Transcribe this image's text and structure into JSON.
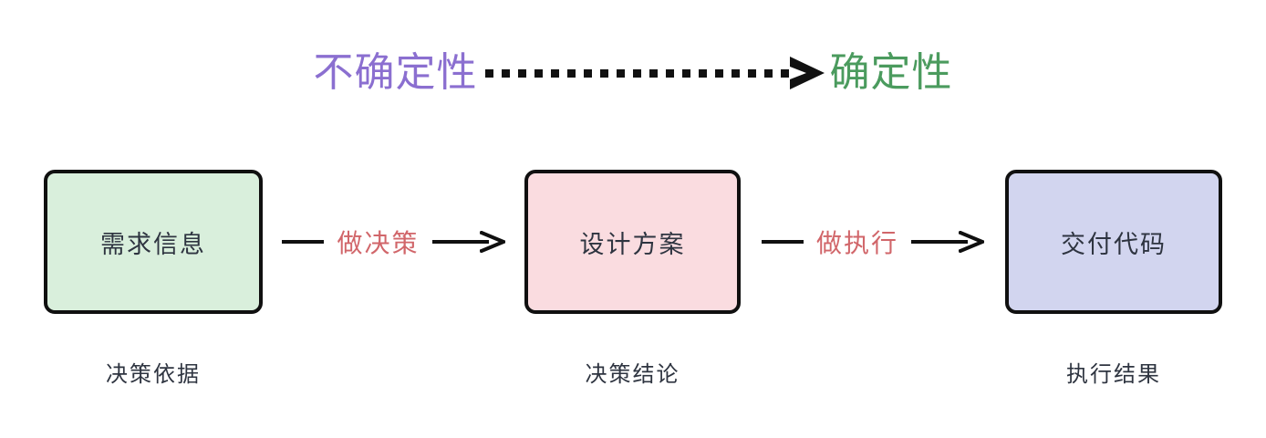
{
  "diagram": {
    "title_banner": {
      "from_label": "不确定性",
      "to_label": "确定性",
      "from_color": "#8b6fd0",
      "to_color": "#4b9b5e",
      "arrow_style": "dotted-right-arrow",
      "arrow_color": "#111111"
    },
    "nodes": [
      {
        "id": "node-1",
        "label": "需求信息",
        "caption": "决策依据",
        "fill": "#d9efdc",
        "border_color": "#101010",
        "text_color": "#2e3440"
      },
      {
        "id": "node-2",
        "label": "设计方案",
        "caption": "决策结论",
        "fill": "#fadce0",
        "border_color": "#101010",
        "text_color": "#2e3440"
      },
      {
        "id": "node-3",
        "label": "交付代码",
        "caption": "执行结果",
        "fill": "#d2d5ef",
        "border_color": "#101010",
        "text_color": "#2e3440"
      }
    ],
    "connectors": [
      {
        "id": "connector-1",
        "label": "做决策",
        "label_color": "#d1666a",
        "from": "node-1",
        "to": "node-2",
        "line_color": "#101010"
      },
      {
        "id": "connector-2",
        "label": "做执行",
        "label_color": "#d1666a",
        "from": "node-2",
        "to": "node-3",
        "line_color": "#101010"
      }
    ]
  }
}
